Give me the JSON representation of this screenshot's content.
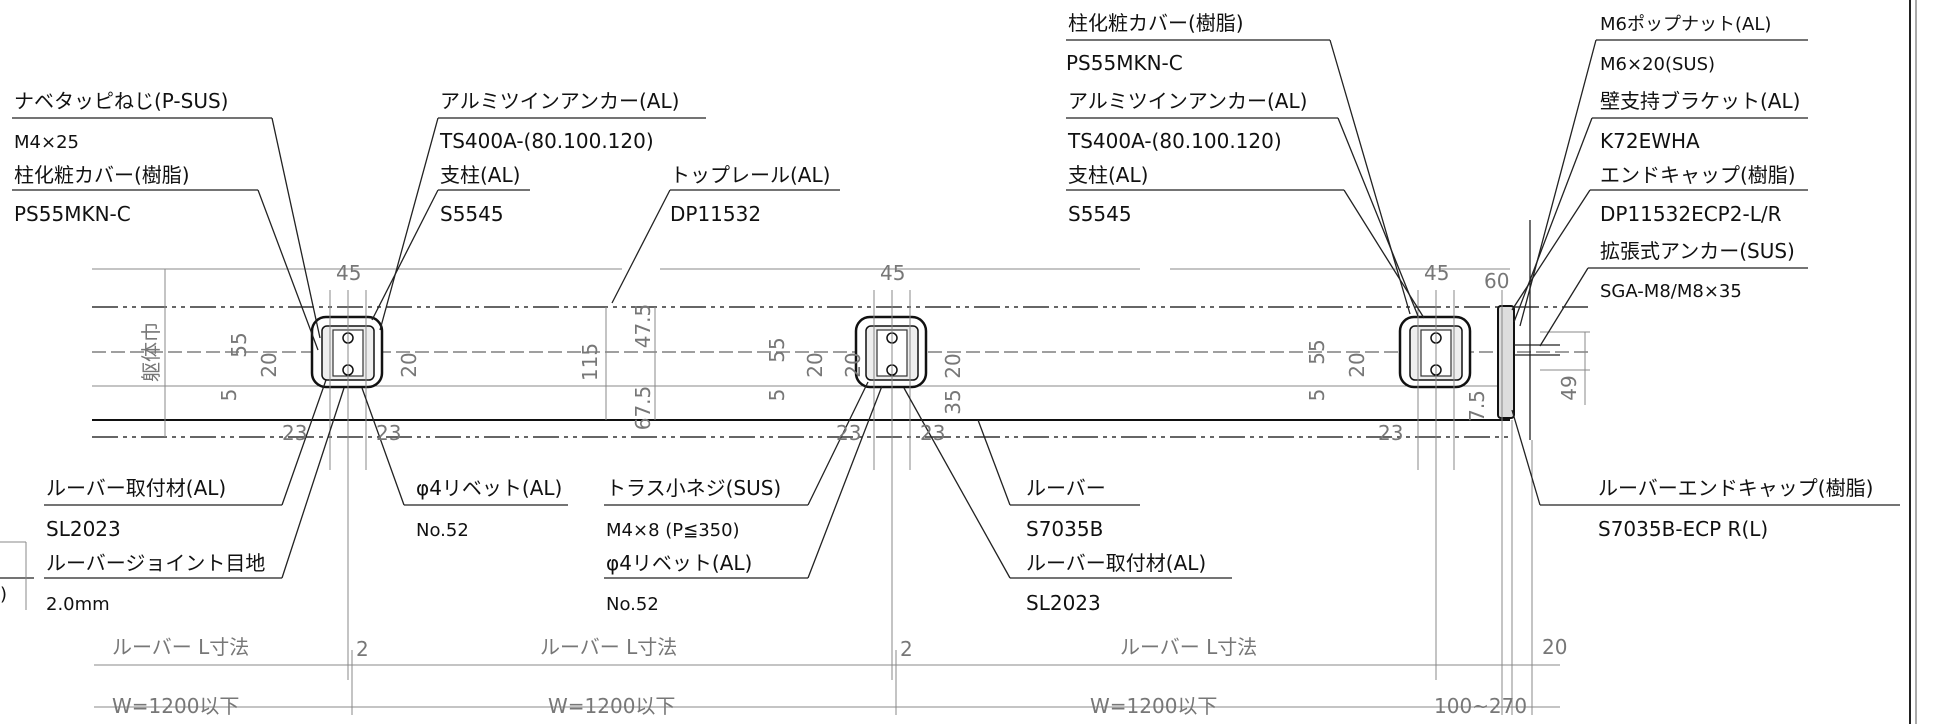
{
  "labels": {
    "a1": "ナベタッピねじ(P-SUS)",
    "a2": "M4×25",
    "a3": "柱化粧カバー(樹脂)",
    "a4": "PS55MKN-C",
    "b1": "アルミツインアンカー(AL)",
    "b2": "TS400A-(80.100.120)",
    "b3": "支柱(AL)",
    "b4": "S5545",
    "c1": "トップレール(AL)",
    "c2": "DP11532",
    "d1": "柱化粧カバー(樹脂)",
    "d2": "PS55MKN-C",
    "d3": "アルミツインアンカー(AL)",
    "d4": "TS400A-(80.100.120)",
    "d5": "支柱(AL)",
    "d6": "S5545",
    "e1": "M6ポップナット(AL)",
    "e2": "M6×20(SUS)",
    "e3": "壁支持ブラケット(AL)",
    "e4": "K72EWHA",
    "e5": "エンドキャップ(樹脂)",
    "e6": "DP11532ECP2-L/R",
    "e7": "拡張式アンカー(SUS)",
    "e8": "SGA-M8/M8×35",
    "f1": "ルーバー取付材(AL)",
    "f2": "SL2023",
    "f3": "ルーバージョイント目地",
    "f4": "2.0mm",
    "g1": "φ4リベット(AL)",
    "g2": "No.52",
    "h1": "トラス小ネジ(SUS)",
    "h2": "M4×8 (P≦350)",
    "h3": "φ4リベット(AL)",
    "h4": "No.52",
    "i1": "ルーバー",
    "i2": "S7035B",
    "i3": "ルーバー取付材(AL)",
    "i4": "SL2023",
    "j1": "ルーバーエンドキャップ(樹脂)",
    "j2": "S7035B-ECP R(L)",
    "edge_mark": ")"
  },
  "dims": {
    "d45": "45",
    "d60": "60",
    "d55": "55",
    "d20": "20",
    "d5": "5",
    "d115": "115",
    "d47_5": "47.5",
    "d67_5": "67.5",
    "d35": "35",
    "d7_5": "7.5",
    "d49": "49",
    "d23": "23",
    "d2": "2",
    "wall": "躯体巾"
  },
  "bottom": {
    "louver_l": "ルーバー L寸法",
    "w_limit": "W=1200以下",
    "d2": "2",
    "d20": "20",
    "range": "100~270"
  }
}
